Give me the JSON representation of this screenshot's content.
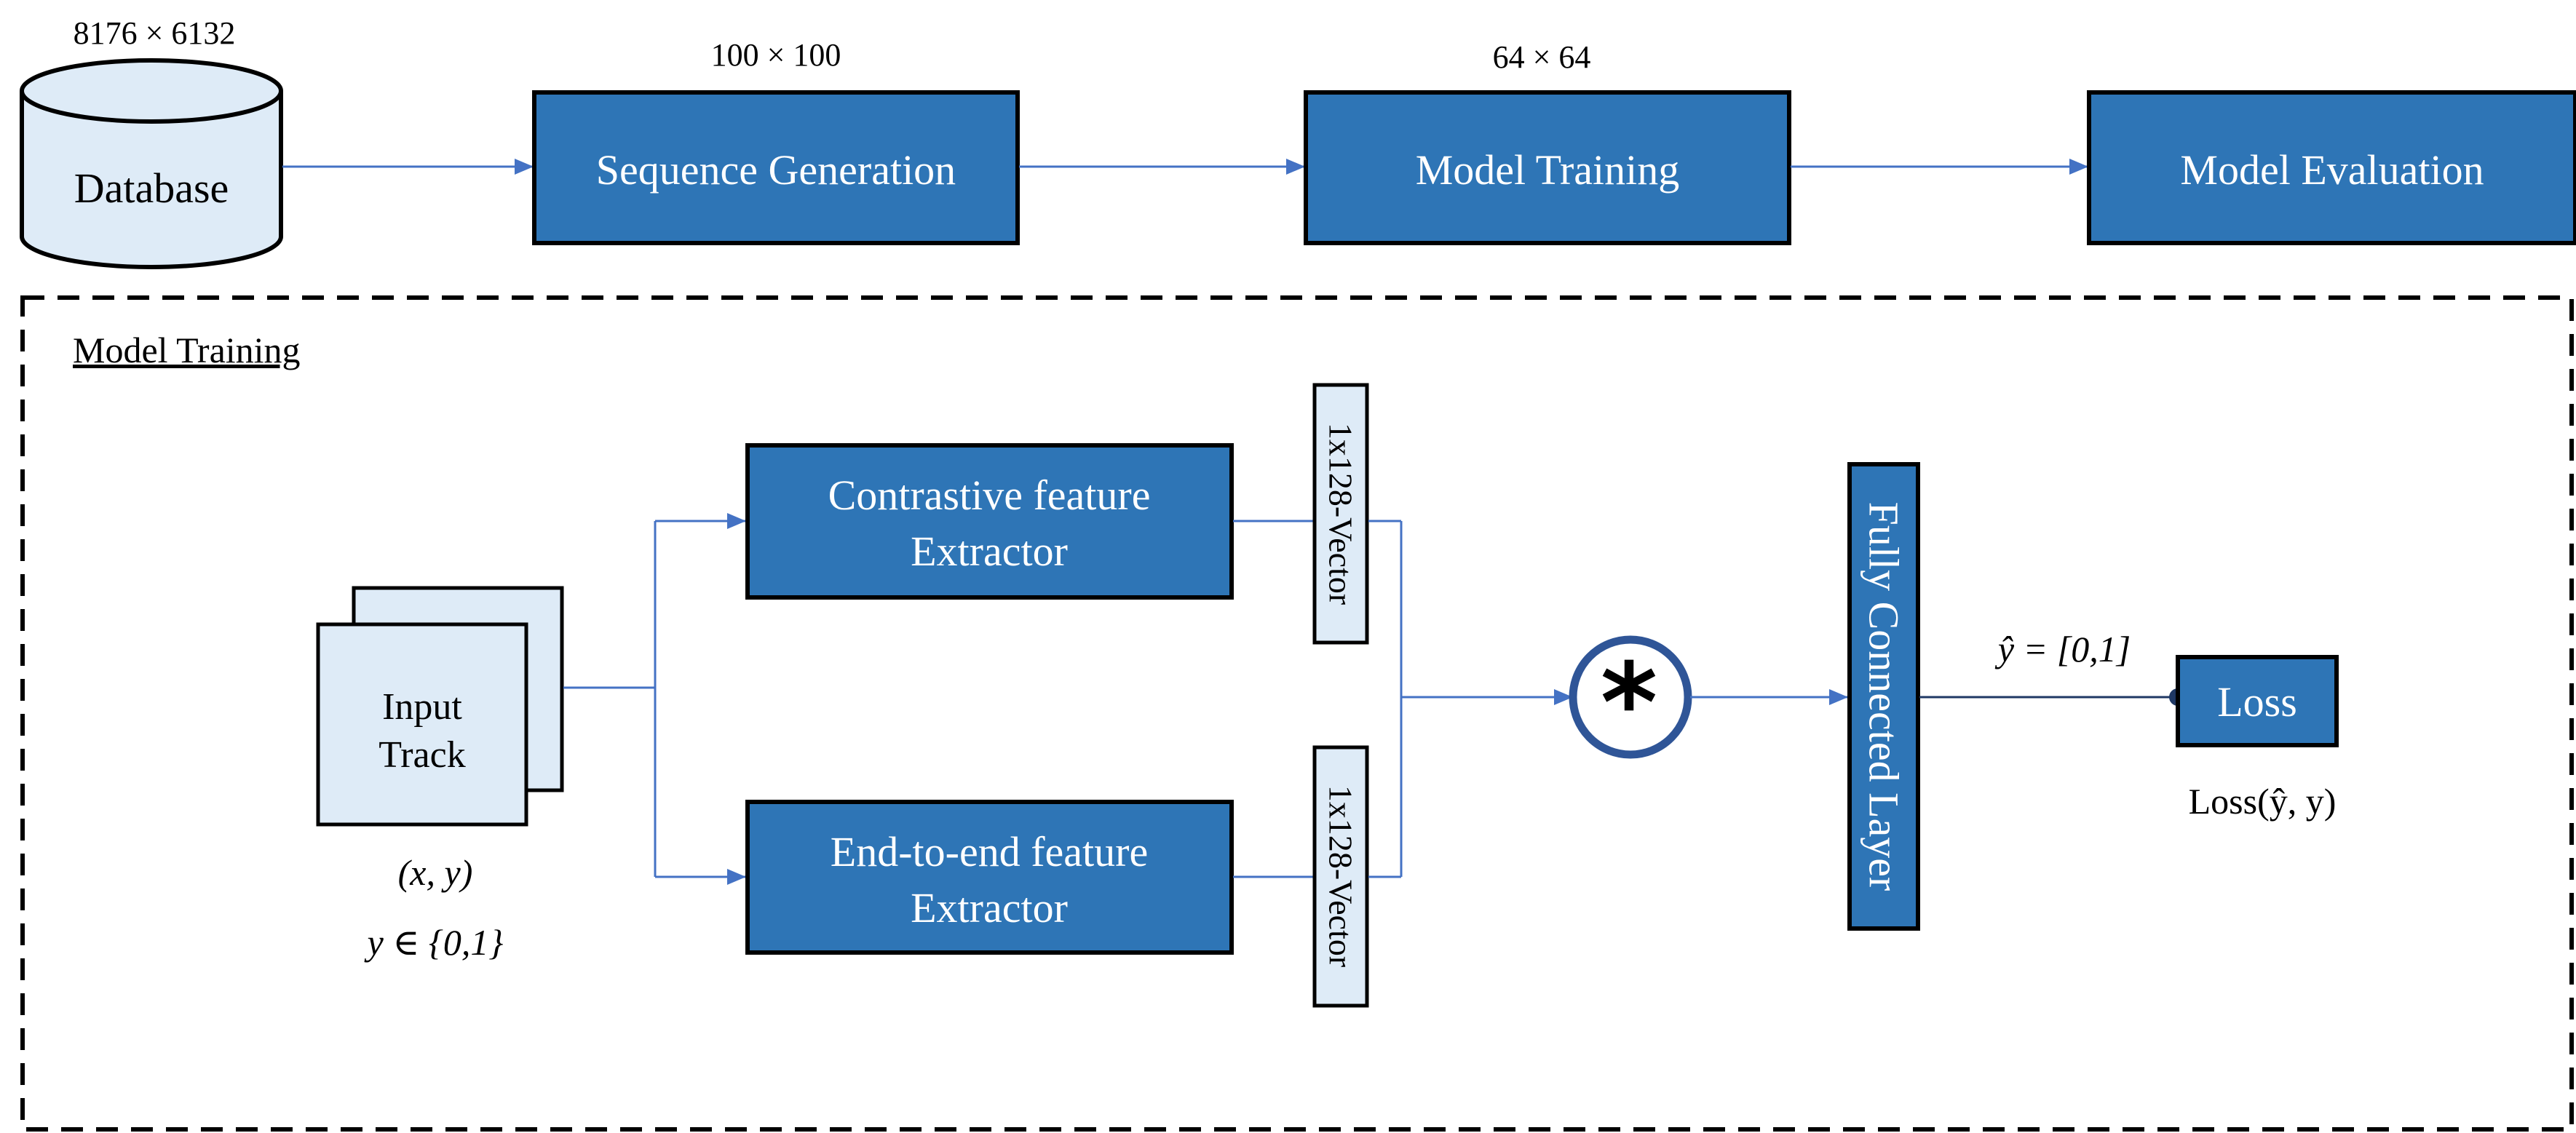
{
  "pipeline": {
    "database_label": "Database",
    "database_size": "8176 × 6132",
    "steps": [
      {
        "label": "Sequence Generation",
        "size": "100 × 100"
      },
      {
        "label": "Model Training",
        "size": "64 × 64"
      },
      {
        "label": "Model Evaluation",
        "size": ""
      }
    ]
  },
  "training_panel": {
    "title": "Model Training",
    "input": {
      "label_line1": "Input",
      "label_line2": "Track",
      "pair": "(x, y)",
      "domain": "y ∈ {0,1}"
    },
    "extractors": [
      {
        "line1": "Contrastive feature",
        "line2": "Extractor",
        "vector": "1x128-Vector"
      },
      {
        "line1": "End-to-end feature",
        "line2": "Extractor",
        "vector": "1x128-Vector"
      }
    ],
    "combine_symbol": "*",
    "fc_label": "Fully Connected Layer",
    "output_label": "ŷ = [0,1]",
    "loss_box": "Loss",
    "loss_formula": "Loss(ŷ, y)"
  },
  "colors": {
    "box_fill": "#2E75B6",
    "light_fill": "#DEEBF7",
    "arrow": "#4472C4",
    "outline": "#000000",
    "circle_stroke": "#2F5597",
    "dot": "#1F3864"
  }
}
